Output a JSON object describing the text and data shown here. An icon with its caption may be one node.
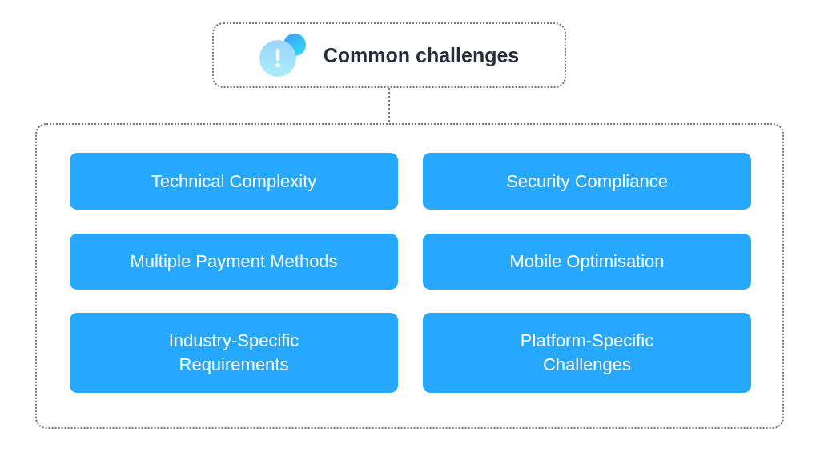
{
  "diagram": {
    "nodes": [
      {
        "text": [
          "Common challenges"
        ]
      },
      {
        "text": [],
        "shape": "box"
      },
      {
        "text": [
          "Technical Complexity"
        ],
        "in": 1
      },
      {
        "text": [
          "Security Compliance"
        ],
        "in": 1
      },
      {
        "text": [
          "Multiple Payment Methods"
        ],
        "in": 1
      },
      {
        "text": [
          "Mobile Optimisation"
        ],
        "in": 1
      },
      {
        "text": [
          "Industry-Specific Requirements"
        ],
        "in": 1
      },
      {
        "text": [
          "Platform-Specific Challenges"
        ],
        "in": 1
      }
    ],
    "edges": [
      {
        "from": 0,
        "to": 1,
        "arrow": "none",
        "style": "dashed"
      }
    ]
  }
}
